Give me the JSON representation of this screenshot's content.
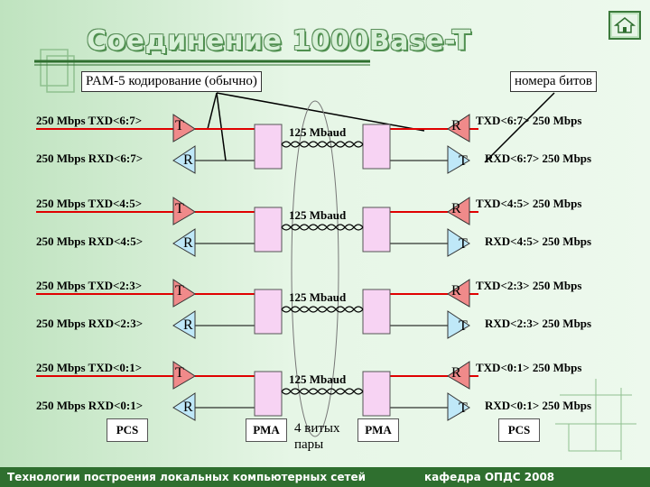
{
  "title": "Соединение 1000Base-T",
  "callouts": {
    "pam": "PAM-5 кодирование (обычно)",
    "bits": "номера битов"
  },
  "channels": [
    {
      "left_tx": "250 Mbps TXD<6:7>",
      "left_rx": "250 Mbps RXD<6:7>",
      "right_tx": "TXD<6:7> 250 Mbps",
      "right_rx": "RXD<6:7> 250 Mbps",
      "baud": "125 Mbaud"
    },
    {
      "left_tx": "250 Mbps TXD<4:5>",
      "left_rx": "250 Mbps RXD<4:5>",
      "right_tx": "TXD<4:5> 250 Mbps",
      "right_rx": "RXD<4:5> 250 Mbps",
      "baud": "125 Mbaud"
    },
    {
      "left_tx": "250 Mbps TXD<2:3>",
      "left_rx": "250 Mbps RXD<2:3>",
      "right_tx": "TXD<2:3> 250 Mbps",
      "right_rx": "RXD<2:3> 250 Mbps",
      "baud": "125 Mbaud"
    },
    {
      "left_tx": "250 Mbps TXD<0:1>",
      "left_rx": "250 Mbps RXD<0:1>",
      "right_tx": "TXD<0:1> 250 Mbps",
      "right_rx": "RXD<0:1> 250 Mbps",
      "baud": "125 Mbaud"
    }
  ],
  "letters": {
    "t": "T",
    "r": "R"
  },
  "layers": {
    "pcs": "PCS",
    "pma": "PMA"
  },
  "pairs_label": {
    "line1": "4 витых",
    "line2": "пары"
  },
  "footer": {
    "left": "Технологии построения локальных компьютерных сетей",
    "right": "кафедра ОПДС   2008"
  },
  "colors": {
    "wire": "#e00000",
    "tx_triangle": "#f08a8a",
    "rx_triangle": "#bfe8f8",
    "pma_block": "#f7d3f3",
    "footer": "#2f6f2f"
  }
}
